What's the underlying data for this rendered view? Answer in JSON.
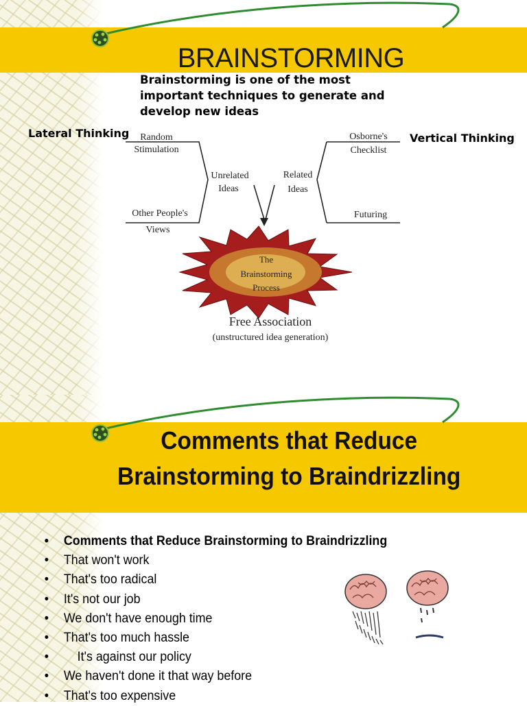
{
  "slide1": {
    "title": "BRAINSTORMING",
    "intro": "Brainstorming is one of the most important techniques to generate and develop new ideas",
    "lateral_label": "Lateral Thinking",
    "vertical_label": "Vertical Thinking",
    "diagram": {
      "random_line1": "Random",
      "random_line2": "Stimulation",
      "others_line1": "Other People's",
      "others_line2": "Views",
      "unrelated_line1": "Unrelated",
      "unrelated_line2": "Ideas",
      "related_line1": "Related",
      "related_line2": "Ideas",
      "osborne_line1": "Osborne's",
      "osborne_line2": "Checklist",
      "futuring": "Futuring",
      "process_line1": "The",
      "process_line2": "Brainstorming",
      "process_line3": "Process",
      "free_association": "Free Association",
      "unstructured": "(unstructured idea generation)"
    }
  },
  "slide2": {
    "title_line1": "Comments that Reduce",
    "title_line2": "Brainstorming to Braindrizzling",
    "bullets": [
      "Comments that Reduce Brainstorming to Braindrizzling",
      "That won't work",
      "That's too radical",
      "It's not our job",
      "We don't have enough time",
      "That's too much hassle",
      "It's against our policy",
      "We haven't done it that way before",
      "That's too expensive"
    ]
  },
  "colors": {
    "band": "#f6c800",
    "swoosh": "#2e8b2e",
    "starburst_outer": "#a51d1d",
    "starburst_inner": "#e2c23c",
    "brain": "#e9a8a0"
  }
}
